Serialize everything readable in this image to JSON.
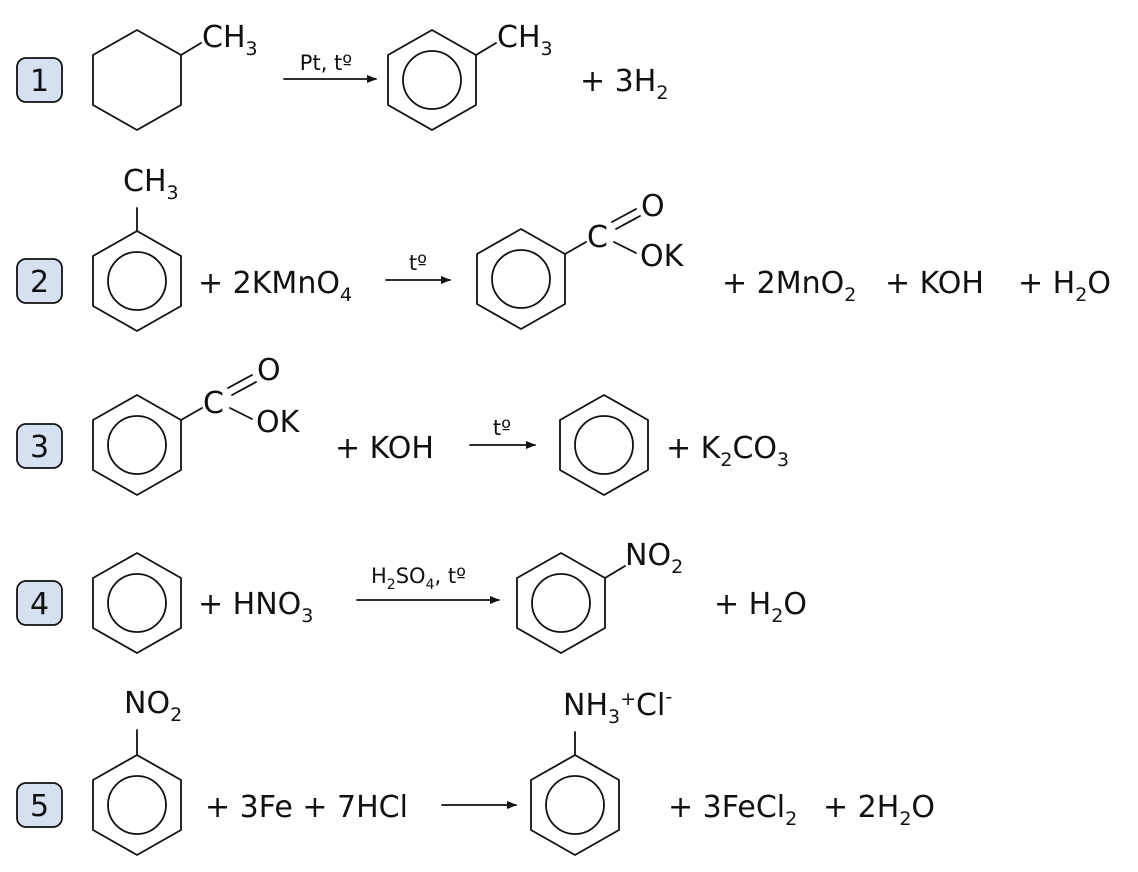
{
  "reactions": [
    {
      "number": "1",
      "reactant": {
        "group": "CH",
        "group_sub": "3"
      },
      "condition": "Pt, tº",
      "product": {
        "group": "CH",
        "group_sub": "3"
      },
      "byproduct": {
        "coef": "+  3H",
        "sub": "2"
      }
    },
    {
      "number": "2",
      "reactant": {
        "group": "CH",
        "group_sub": "3"
      },
      "reagent": {
        "text": "+ 2KMnO",
        "sub": "4"
      },
      "condition": "tº",
      "product": {
        "c": "C",
        "o_double": "O",
        "ok": "OK"
      },
      "byproducts": [
        {
          "text": "+ 2MnO",
          "sub": "2"
        },
        {
          "text": "+  KOH"
        },
        {
          "text": "+ H",
          "sub": "2",
          "tail": "O"
        }
      ]
    },
    {
      "number": "3",
      "reactant": {
        "c": "C",
        "o_double": "O",
        "ok": "OK"
      },
      "reagent": {
        "text": "+  KOH"
      },
      "condition": "tº",
      "byproduct": {
        "text": "+  K",
        "sub1": "2",
        "mid": "CO",
        "sub2": "3"
      }
    },
    {
      "number": "4",
      "reagent": {
        "text": "+  HNO",
        "sub": "3"
      },
      "condition": {
        "a": "H",
        "a_sub": "2",
        "b": "SO",
        "b_sub": "4",
        "c": ", tº"
      },
      "product": {
        "group": "NO",
        "group_sub": "2"
      },
      "byproduct": {
        "text": "+  H",
        "sub": "2",
        "tail": "O"
      }
    },
    {
      "number": "5",
      "reactant": {
        "group": "NO",
        "group_sub": "2"
      },
      "reagent": {
        "text": "+ 3Fe + 7HCl"
      },
      "product": {
        "group": "NH",
        "sub": "3",
        "sup": "+",
        "ion": "Cl",
        "ion_sup": "-"
      },
      "byproducts": [
        {
          "text": "+ 3FeCl",
          "sub": "2"
        },
        {
          "text": "+ 2H",
          "sub": "2",
          "tail": "O"
        }
      ]
    }
  ]
}
